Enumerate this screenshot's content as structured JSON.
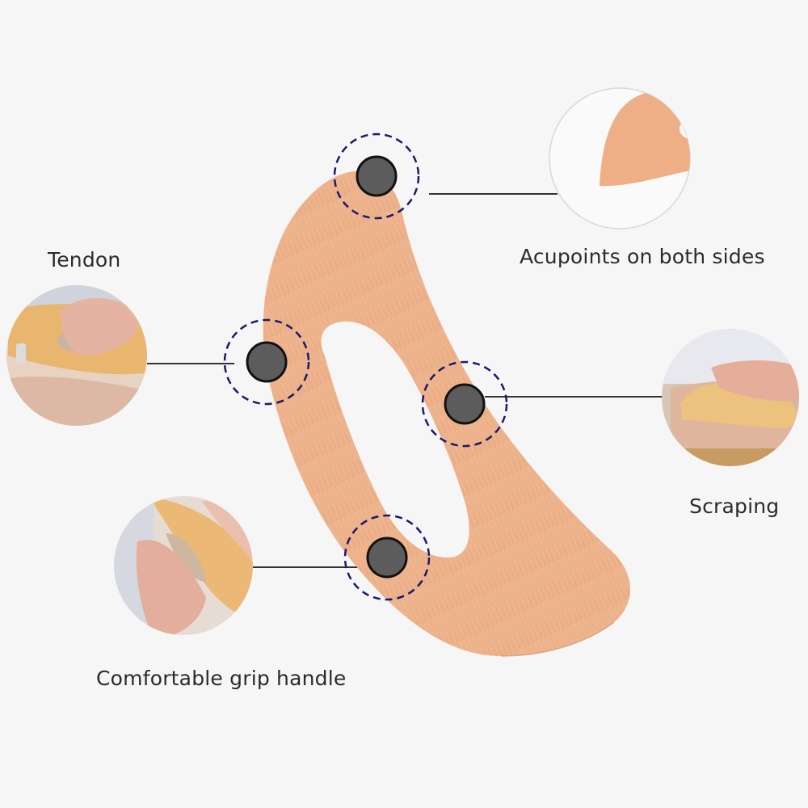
{
  "diagram": {
    "type": "product-feature-callout",
    "subject": "wooden gua sha scraping board",
    "colors": {
      "background": "#f6f6f6",
      "wood": "#eeb58f",
      "wood_dark": "#d99a72",
      "marker_fill": "#5c5c5c",
      "marker_ring": "#1c1a6b",
      "leader_line": "#333333",
      "text": "#2b2b2b"
    },
    "callouts": [
      {
        "id": "acupoints",
        "label": "Acupoints on both sides",
        "photo": "close-up of wooden tool tip"
      },
      {
        "id": "tendon",
        "label": "Tendon",
        "photo": "hand gripping tool on arm"
      },
      {
        "id": "scraping",
        "label": "Scraping",
        "photo": "hand scraping leg with tool"
      },
      {
        "id": "grip",
        "label": "Comfortable grip handle",
        "photo": "fingers through tool handle"
      }
    ]
  }
}
